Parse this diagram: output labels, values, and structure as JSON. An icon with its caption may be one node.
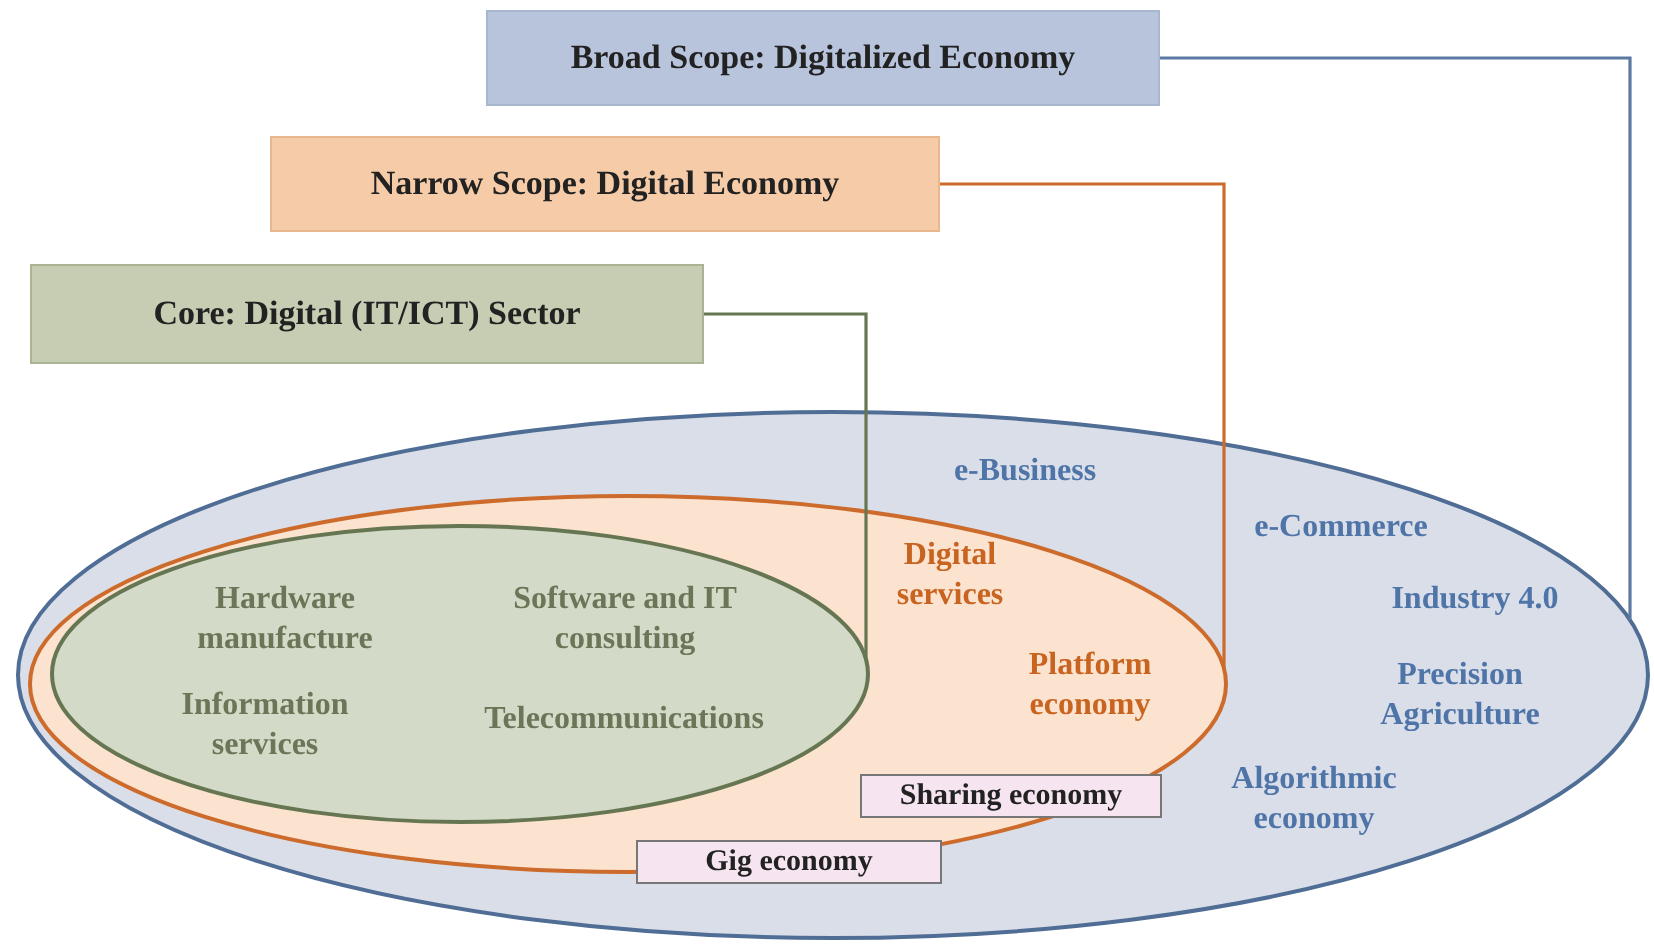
{
  "diagram": {
    "nodes": [
      {
        "text": [
          "Broad Scope: Digitalized Economy"
        ]
      },
      {
        "text": [
          "Narrow Scope: Digital Economy"
        ]
      },
      {
        "text": [
          "Core: Digital (IT/ICT) Sector"
        ]
      },
      {
        "text": [],
        "shape": "ellipse"
      },
      {
        "text": [],
        "shape": "ellipse",
        "in": 3
      },
      {
        "text": [],
        "shape": "ellipse",
        "in": 4
      },
      {
        "text": [
          "Sharing economy"
        ],
        "in": 4
      },
      {
        "text": [
          "Gig economy"
        ],
        "in": 3
      }
    ],
    "edges": [
      {
        "from": 0,
        "to": 3,
        "arrow": "none",
        "color": "#5a7aa3"
      },
      {
        "from": 1,
        "to": 4,
        "arrow": "none",
        "color": "#cc6b2b"
      },
      {
        "from": 2,
        "to": 5,
        "arrow": "none",
        "color": "#667652"
      }
    ],
    "labels": [
      "e-Business",
      "e-Commerce",
      "Digital services",
      "Industry 4.0",
      "Hardware manufacture",
      "Software and IT consulting",
      "Precision Agriculture",
      "Platform economy",
      "Information services",
      "Telecommunications",
      "Algorithmic economy"
    ]
  }
}
